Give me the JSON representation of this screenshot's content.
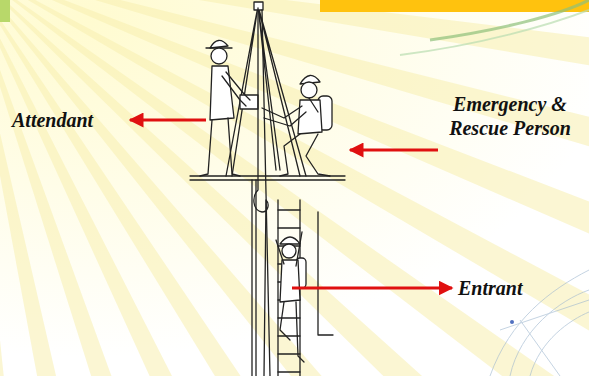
{
  "diagram": {
    "labels": [
      "Attendant",
      "Emergency & Rescue Person",
      "Entrant"
    ]
  }
}
